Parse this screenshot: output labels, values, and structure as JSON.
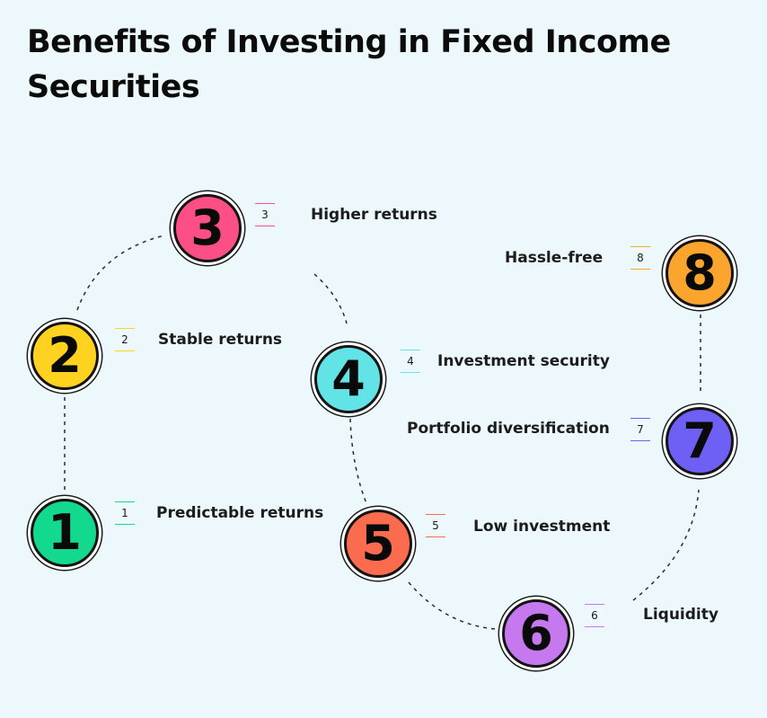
{
  "title": "Benefits of Investing in Fixed Income Securities",
  "items": [
    {
      "number": "1",
      "label": "Predictable returns",
      "color": "#12d98d"
    },
    {
      "number": "2",
      "label": "Stable returns",
      "color": "#ffd21f"
    },
    {
      "number": "3",
      "label": "Higher returns",
      "color": "#fb4f86"
    },
    {
      "number": "4",
      "label": "Investment security",
      "color": "#62e4e7"
    },
    {
      "number": "5",
      "label": "Low investment",
      "color": "#fb6c4f"
    },
    {
      "number": "6",
      "label": "Liquidity",
      "color": "#c678ef"
    },
    {
      "number": "7",
      "label": "Portfolio diversification",
      "color": "#6e5ff5"
    },
    {
      "number": "8",
      "label": "Hassle-free",
      "color": "#fba52f"
    }
  ]
}
